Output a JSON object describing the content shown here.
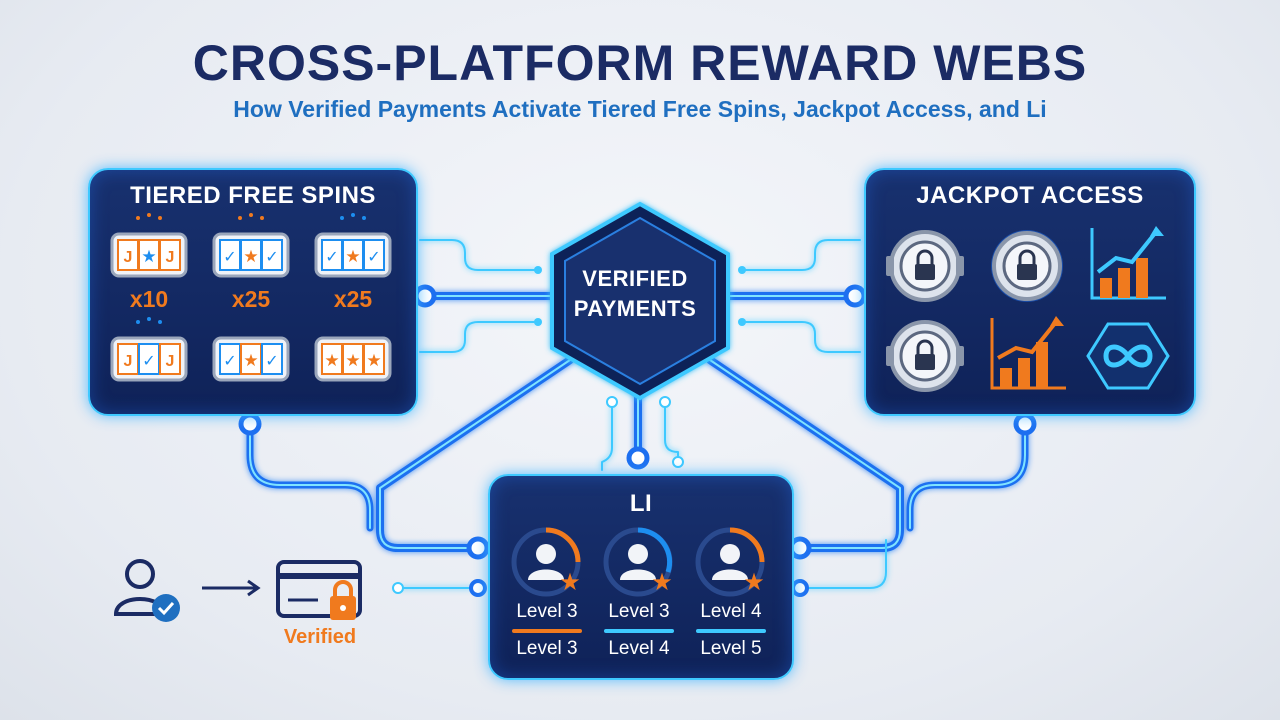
{
  "header": {
    "title": "CROSS-PLATFORM REWARD WEBS",
    "subtitle": "How Verified Payments Activate Tiered Free Spins, Jackpot Access, and Li"
  },
  "hub": {
    "label": "VERIFIED PAYMENTS"
  },
  "tiered_free_spins": {
    "title": "TIERED FREE SPINS",
    "multipliers": [
      "x10",
      "x25",
      "x25"
    ],
    "slot_icons": [
      "slot-machine-icon",
      "slot-machine-icon",
      "slot-machine-icon",
      "slot-machine-icon",
      "slot-machine-icon",
      "slot-machine-icon"
    ]
  },
  "jackpot_access": {
    "title": "JACKPOT ACCESS",
    "icons": [
      "vault-lock-icon",
      "vault-lock-icon",
      "bar-chart-up-icon",
      "vault-lock-icon",
      "bar-chart-up-icon",
      "infinity-icon"
    ]
  },
  "loyalty": {
    "title": "LI",
    "users": [
      {
        "current": "Level 3",
        "next": "Level 3"
      },
      {
        "current": "Level 3",
        "next": "Level 4"
      },
      {
        "current": "Level 4",
        "next": "Level 5"
      }
    ]
  },
  "verification": {
    "label": "Verified"
  },
  "colors": {
    "navy": "#1b2b64",
    "blue": "#1f6fc0",
    "glow": "#3ec9ff",
    "orange": "#f07a1e",
    "panel": "#152b66"
  }
}
